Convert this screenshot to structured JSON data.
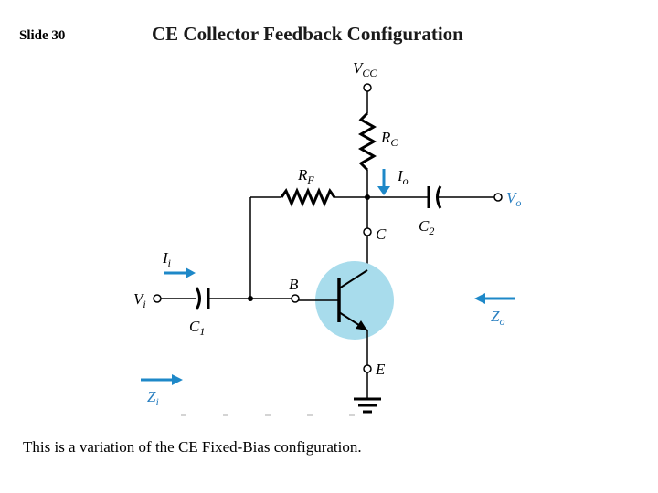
{
  "slide": {
    "number_label": "Slide 30"
  },
  "title": "CE Collector Feedback Configuration",
  "caption": "This is a variation of the CE Fixed-Bias configuration.",
  "labels": {
    "vcc": {
      "main": "V",
      "sub": "CC"
    },
    "rc": {
      "main": "R",
      "sub": "C"
    },
    "rf": {
      "main": "R",
      "sub": "F"
    },
    "io": {
      "main": "I",
      "sub": "o"
    },
    "vo": {
      "main": "V",
      "sub": "o"
    },
    "c2": {
      "main": "C",
      "sub": "2"
    },
    "c_node": "C",
    "ii": {
      "main": "I",
      "sub": "i"
    },
    "vi": {
      "main": "V",
      "sub": "i"
    },
    "b_node": "B",
    "c1": {
      "main": "C",
      "sub": "1"
    },
    "e_node": "E",
    "zo": {
      "main": "Z",
      "sub": "o"
    },
    "zi": {
      "main": "Z",
      "sub": "i"
    }
  },
  "colors": {
    "wire": "#000000",
    "arrow_blue": "#1e88c8",
    "transistor_fill": "#a8dcec",
    "label_blue": "#2a7fc0"
  }
}
